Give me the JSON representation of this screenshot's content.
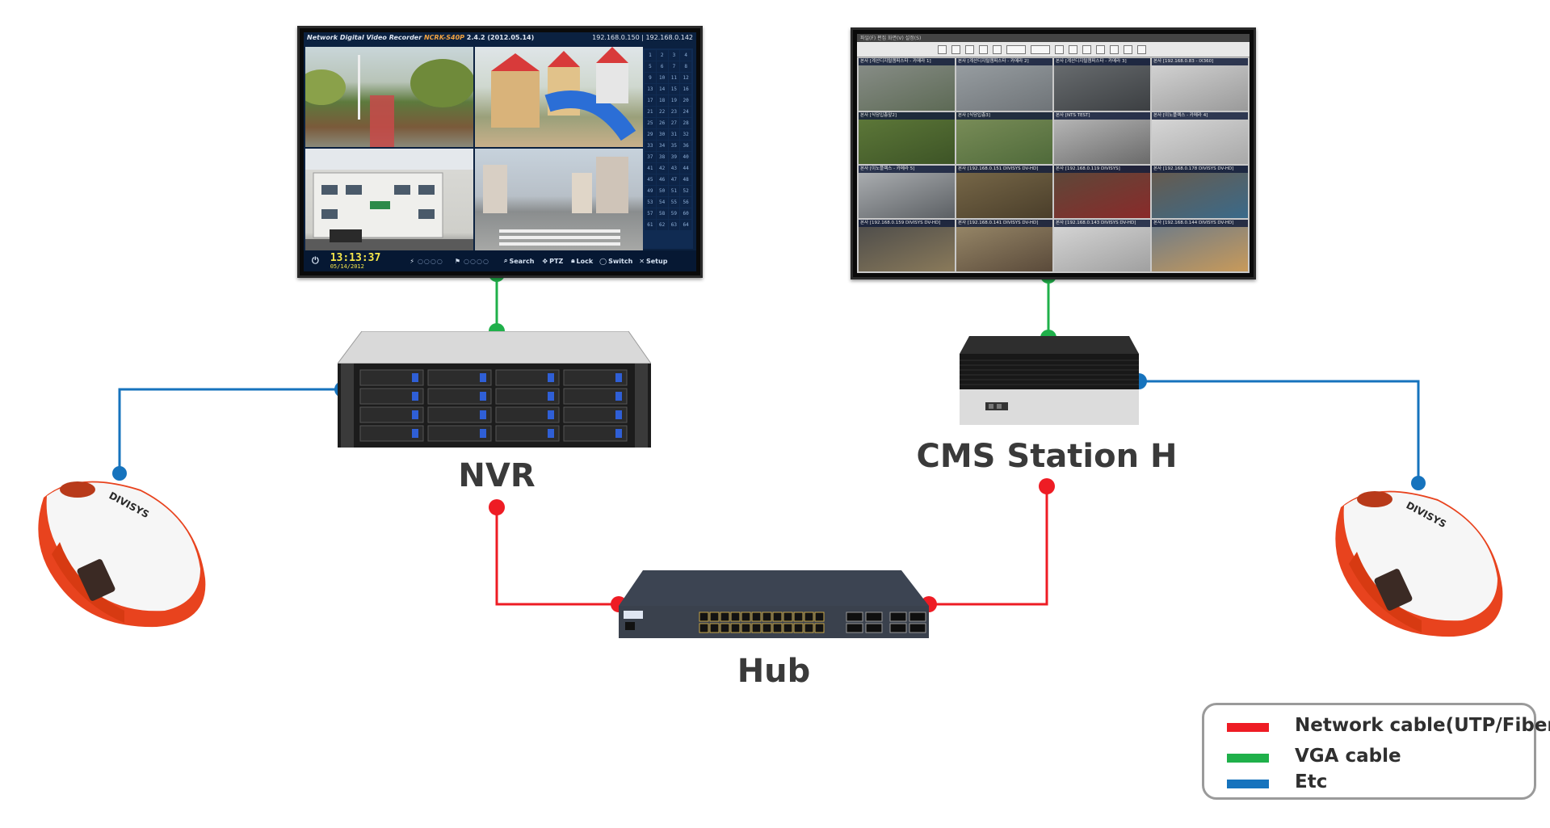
{
  "colors": {
    "network": "#ee1c24",
    "vga": "#1fb04a",
    "etc": "#1673bd",
    "label_text": "#3a3a3a"
  },
  "nodes": {
    "nvr_label": "NVR",
    "cms_label": "CMS Station H",
    "hub_label": "Hub"
  },
  "nvr_monitor": {
    "title": "Network Digital Video Recorder",
    "model": "NCRK-S40P",
    "version": "2.4.2  (2012.05.14)",
    "ip_addresses": "192.168.0.150  |  192.168.0.142",
    "clock": "13:13:37",
    "date": "05/14/2012",
    "menu": [
      "Search",
      "PTZ",
      "Lock",
      "Switch",
      "Setup"
    ],
    "channels": [
      "1",
      "2",
      "3",
      "4",
      "5",
      "6",
      "7",
      "8",
      "9",
      "10",
      "11",
      "12",
      "13",
      "14",
      "15",
      "16",
      "17",
      "18",
      "19",
      "20",
      "21",
      "22",
      "23",
      "24",
      "25",
      "26",
      "27",
      "28",
      "29",
      "30",
      "31",
      "32",
      "33",
      "34",
      "35",
      "36",
      "37",
      "38",
      "39",
      "40",
      "41",
      "42",
      "43",
      "44",
      "45",
      "46",
      "47",
      "48",
      "49",
      "50",
      "51",
      "52",
      "53",
      "54",
      "55",
      "56",
      "57",
      "58",
      "59",
      "60",
      "61",
      "62",
      "63",
      "64"
    ]
  },
  "cms_monitor": {
    "menubar": "파일(F)  편집  화면(V) 설정(S)",
    "tiles": [
      "본사 [계산디지털캠퍼스타 - 카메라 1]",
      "본사 [계산디지털캠퍼스타 - 카메라 2]",
      "본사 [계산디지털캠퍼스타 - 카메라 3]",
      "본사 [192.168.0.83 - IX360]",
      "본사 [식당입층앞2]",
      "본사 [식당입층3]",
      "본사 [NTS TEST]",
      "본사 [이노플렉스 - 카메라 4]",
      "본사 [이노플렉스 - 카메라 5]",
      "본사 [192.168.0.151 DIVISYS DV-HD]",
      "본사 [192.168.0.119 DIVISYS]",
      "본사 [192.168.0.178 DIVISYS DV-HD]",
      "본사 [192.168.0.159 DIVISYS DV-HD]",
      "본사 [192.168.0.141 DIVISYS DV-HD]",
      "본사 [192.168.0.143 DIVISYS DV-HD]",
      "본사 [192.168.0.144 DIVISYS DV-HD]"
    ]
  },
  "mouse_brand": "DIVISYS",
  "legend": [
    {
      "label": "Network cable(UTP/Fiber)",
      "color": "#ee1c24"
    },
    {
      "label": "VGA cable",
      "color": "#1fb04a"
    },
    {
      "label": "Etc",
      "color": "#1673bd"
    }
  ]
}
